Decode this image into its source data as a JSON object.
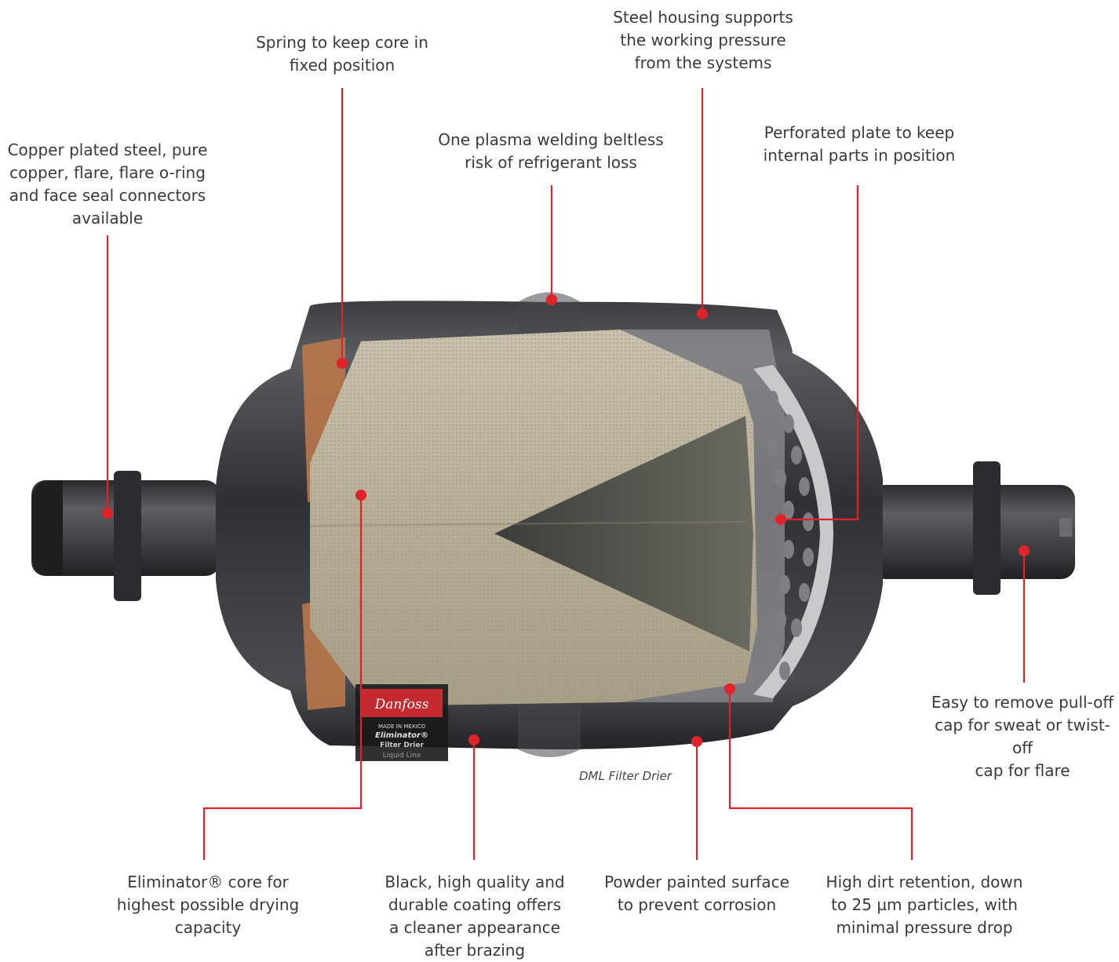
{
  "caption": "DML Filter Drier",
  "accent_color": "#e0232b",
  "brand": "Danfoss",
  "product_label": [
    "MADE IN MEXICO",
    "Eliminator®",
    "Filter Drier",
    "Liquid Line"
  ],
  "callouts": {
    "spring": "Spring to keep core in\nfixed position",
    "steel_housing": "Steel housing supports\nthe working pressure\nfrom the systems",
    "plasma_welding": "One plasma welding beltless\nrisk of refrigerant loss",
    "perforated_plate": "Perforated plate to keep\ninternal parts in position",
    "connectors": "Copper plated steel, pure\ncopper, flare, flare o-ring\nand face seal connectors\navailable",
    "pull_off_cap": "Easy to remove pull-off\ncap for sweat or twist-off\ncap for flare",
    "eliminator_core": "Eliminator® core for\nhighest possible drying\ncapacity",
    "black_coating": "Black, high quality and\ndurable coating offers\na cleaner appearance\nafter brazing",
    "powder_painted": "Powder painted surface\nto prevent corrosion",
    "dirt_retention": "High dirt retention, down\nto 25 µm particles, with\nminimal pressure drop"
  }
}
